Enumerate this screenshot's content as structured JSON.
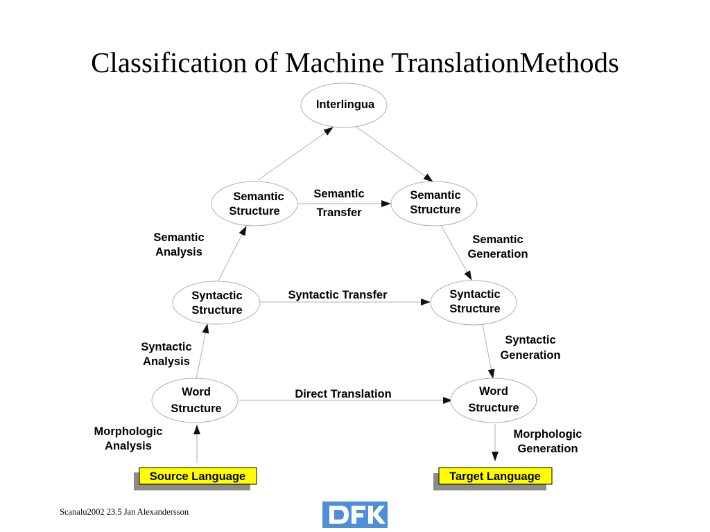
{
  "title": "Classification of Machine TranslationMethods",
  "nodes": {
    "interlingua": "Interlingua",
    "semantic_left": [
      "Semantic",
      "Structure"
    ],
    "semantic_right": [
      "Semantic",
      "Structure"
    ],
    "syntactic_left": [
      "Syntactic",
      "Structure"
    ],
    "syntactic_right": [
      "Syntactic",
      "Structure"
    ],
    "word_left": [
      "Word",
      "Structure"
    ],
    "word_right": [
      "Word",
      "Structure"
    ]
  },
  "edges": {
    "semantic_transfer": [
      "Semantic",
      "Transfer"
    ],
    "semantic_analysis": [
      "Semantic",
      "Analysis"
    ],
    "semantic_generation": [
      "Semantic",
      "Generation"
    ],
    "syntactic_transfer": "Syntactic Transfer",
    "syntactic_analysis": [
      "Syntactic",
      "Analysis"
    ],
    "syntactic_generation": [
      "Syntactic",
      "Generation"
    ],
    "direct_translation": "Direct Translation",
    "morphologic_analysis": [
      "Morphologic",
      "Analysis"
    ],
    "morphologic_generation": [
      "Morphologic",
      "Generation"
    ]
  },
  "languages": {
    "source": "Source Language",
    "target": "Target Language"
  },
  "colors": {
    "lang_highlight": "#ffff00",
    "lang_shadow": "#8c8c8c",
    "logo_blue": "#4d90d8"
  },
  "footer": "Scanalu2002 23.5 Jan Alexandersson",
  "logo": "dfki-logo"
}
